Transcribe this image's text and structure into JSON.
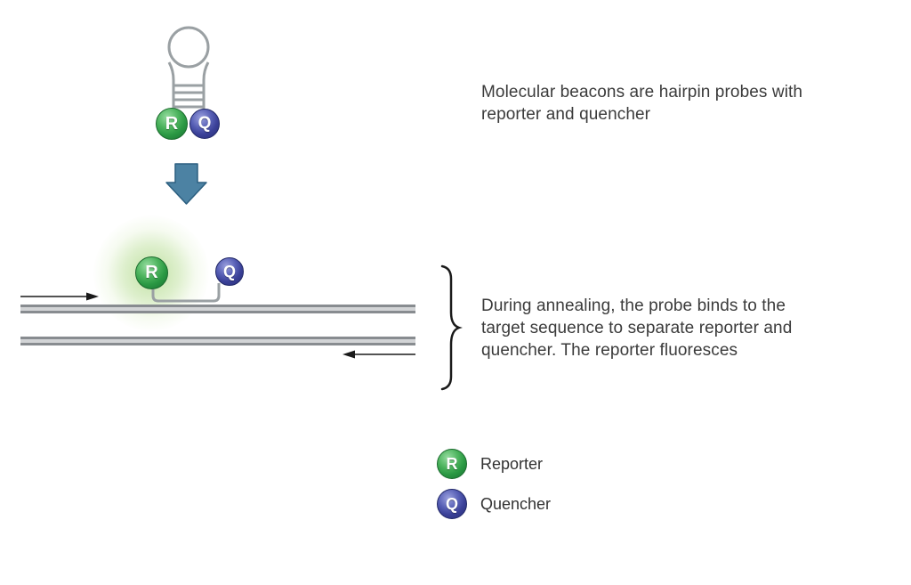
{
  "colors": {
    "reporter_green": "#2a9843",
    "quencher_blue": "#3a4097",
    "probe_line_gray": "#9aa0a3",
    "strand_edge_gray": "#888c90",
    "strand_fill_gray": "#d2d4d6",
    "step_arrow_blue": "#4C82A3",
    "step_arrow_border": "#2C5F80",
    "glow_green": "#a8d67c",
    "text_gray": "#3b3b3b",
    "background": "#ffffff"
  },
  "probe": {
    "reporter_letter": "R",
    "quencher_letter": "Q"
  },
  "captions": {
    "hairpin": {
      "line1": "Molecular beacons are hairpin probes with",
      "line2": "reporter and quencher"
    },
    "annealing": {
      "line1": "During annealing, the probe binds to the",
      "line2": "target sequence to separate reporter and",
      "line3": "quencher. The reporter fluoresces"
    }
  },
  "legend": {
    "items": [
      {
        "letter": "R",
        "label": "Reporter"
      },
      {
        "letter": "Q",
        "label": "Quencher"
      }
    ]
  }
}
